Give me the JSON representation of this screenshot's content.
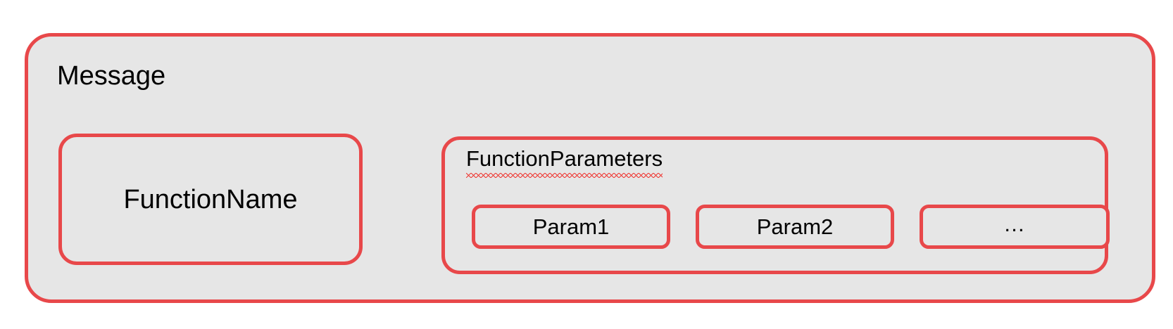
{
  "diagram": {
    "title": "Message",
    "colors": {
      "border": "#e8484a",
      "fill": "#e6e6e6",
      "background": "#ffffff",
      "text": "#000000",
      "spellcheck_underline": "#ef3b36"
    },
    "blocks": {
      "function_name": {
        "label": "FunctionName"
      },
      "function_parameters": {
        "label": "FunctionParameters",
        "spellcheck_flagged": true,
        "params": [
          {
            "label": "Param1"
          },
          {
            "label": "Param2"
          },
          {
            "label": "…"
          }
        ]
      }
    }
  }
}
